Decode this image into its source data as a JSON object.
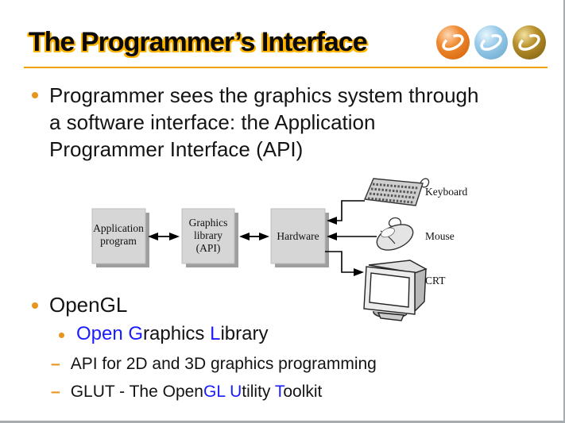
{
  "colors": {
    "title-shadow": "#FFB400",
    "rule": "#EDA400",
    "bullet": "#E8951F",
    "blue": "#1B1BFF",
    "text": "#141414",
    "border": "#A5ABAF"
  },
  "header": {
    "title": "The Programmer’s Interface"
  },
  "logos": {
    "items": [
      {
        "name": "orange-ring",
        "color": "#F08A30"
      },
      {
        "name": "blue-ring",
        "color": "#9CCDEB"
      },
      {
        "name": "gold-ring",
        "color": "#B9912C"
      }
    ]
  },
  "bullets": {
    "intro": {
      "lines": [
        "Programmer sees the graphics system through",
        "a software interface: the Application",
        "Programmer Interface (API)"
      ]
    },
    "opengl": {
      "label": "OpenGL"
    },
    "open_graphics": {
      "segments": [
        {
          "text": "Open G",
          "color": "blue"
        },
        {
          "text": "raphics ",
          "color": "dark"
        },
        {
          "text": "L",
          "color": "blue"
        },
        {
          "text": "ibrary",
          "color": "dark"
        }
      ]
    },
    "api_line": {
      "marker": "–",
      "text": "API for 2D and 3D graphics programming"
    },
    "glut_line": {
      "marker": "–",
      "segments": [
        {
          "text": "GLUT - The Open",
          "color": "dark"
        },
        {
          "text": "GL U",
          "color": "blue"
        },
        {
          "text": "tility ",
          "color": "dark"
        },
        {
          "text": "T",
          "color": "blue"
        },
        {
          "text": "oolkit",
          "color": "dark"
        }
      ]
    }
  },
  "diagram": {
    "boxes": [
      {
        "lines": [
          "Application",
          "program"
        ]
      },
      {
        "lines": [
          "Graphics",
          "library",
          "(API)"
        ]
      },
      {
        "lines": [
          "Hardware"
        ]
      }
    ],
    "devices": [
      {
        "label": "Keyboard"
      },
      {
        "label": "Mouse"
      },
      {
        "label": "CRT"
      }
    ]
  }
}
